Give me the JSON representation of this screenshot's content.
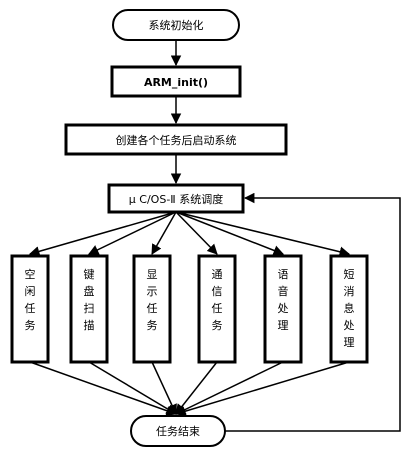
{
  "nodes": {
    "start": "系统初始化",
    "arm_init": "ARM_init()",
    "create_tasks": "创建各个任务后启动系统",
    "scheduler": "μ C/OS-Ⅱ 系统调度",
    "end": "任务结束"
  },
  "tasks": [
    "空闲任务",
    "键盘扫描",
    "显示任务",
    "通信任务",
    "语音处理",
    "短消息处理"
  ],
  "colors": {
    "stroke": "#000000",
    "fill": "#ffffff"
  }
}
